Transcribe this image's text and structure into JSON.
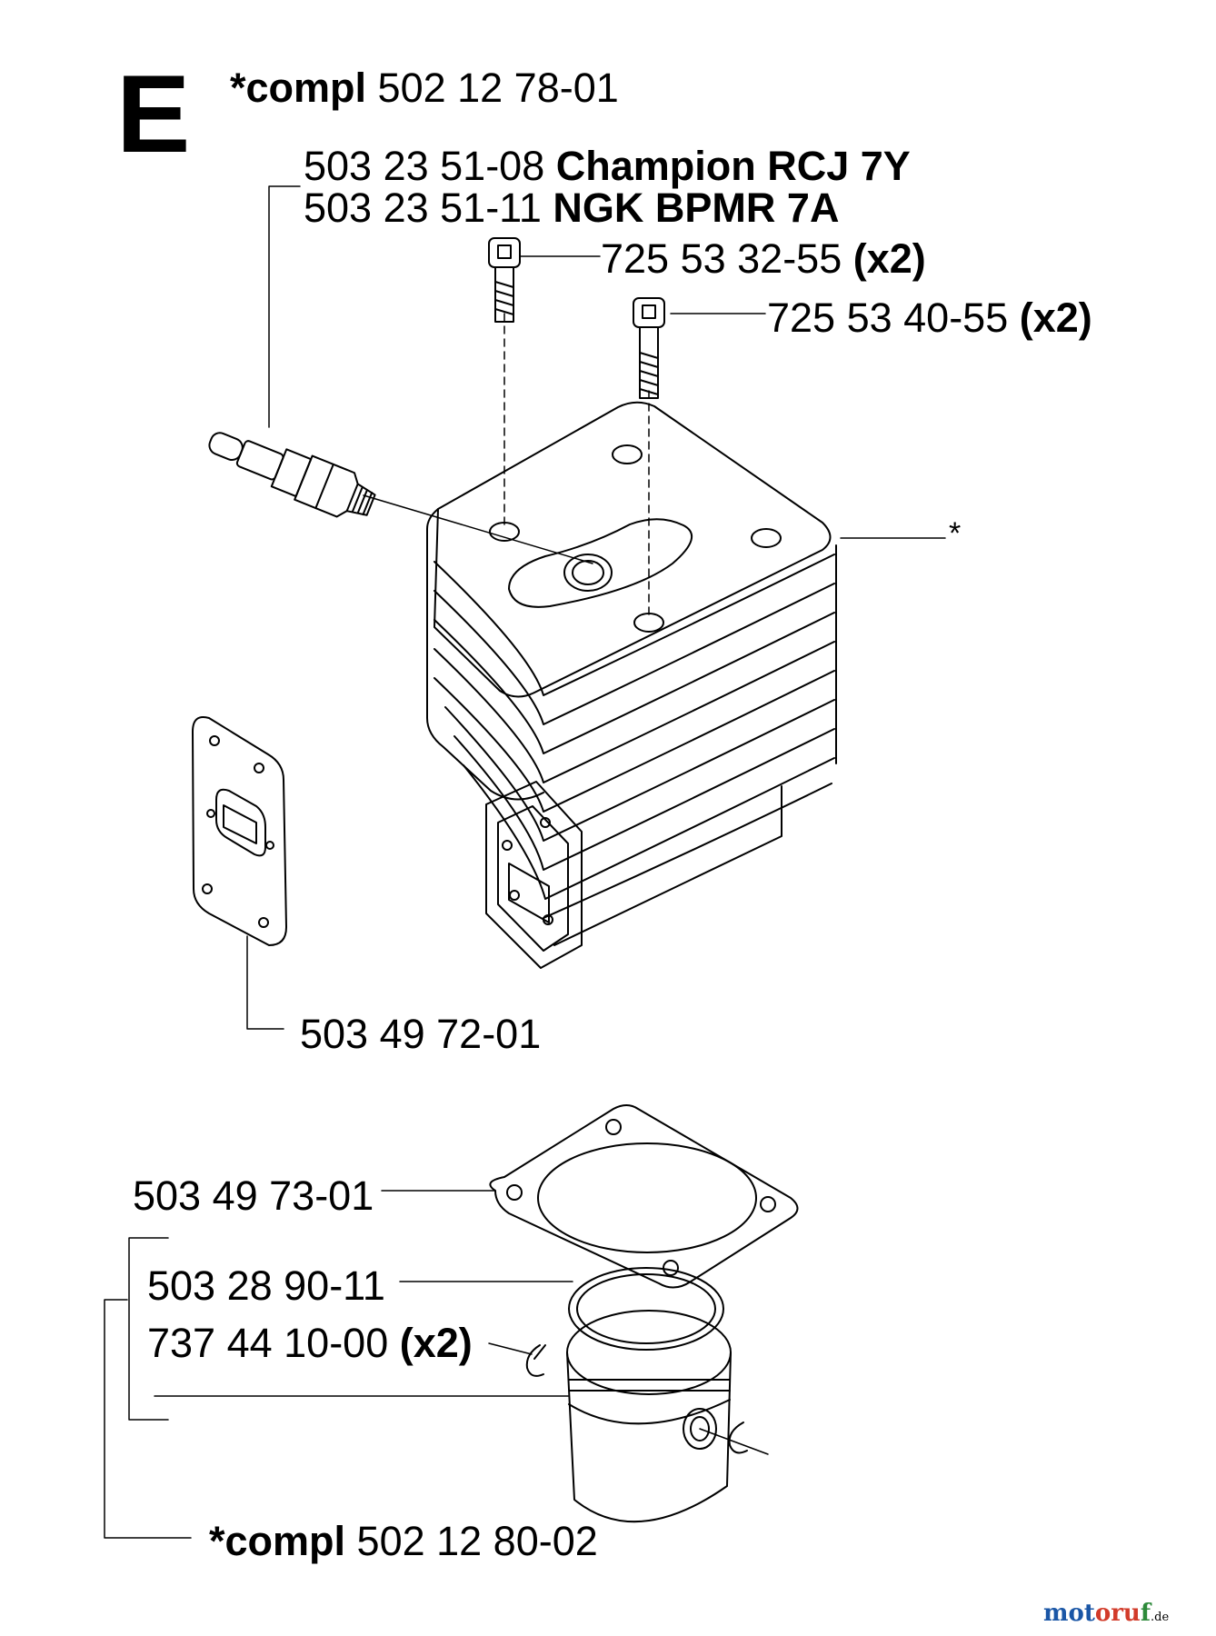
{
  "section_letter": "E",
  "cylinder_kit": {
    "prefix": "*compl",
    "number": "502 12 78-01"
  },
  "spark_plugs": [
    {
      "number": "503 23 51-08",
      "brand": "Champion RCJ 7Y"
    },
    {
      "number": "503 23 51-11",
      "brand": "NGK BPMR 7A"
    }
  ],
  "bolts": [
    {
      "number": "725 53 32-55",
      "qty": "(x2)"
    },
    {
      "number": "725 53 40-55",
      "qty": "(x2)"
    }
  ],
  "cylinder_marker": "*",
  "exhaust_gasket": {
    "number": "503 49 72-01"
  },
  "base_gasket": {
    "number": "503 49 73-01"
  },
  "piston_ring": {
    "number": "503 28 90-11"
  },
  "circlip": {
    "number": "737 44 10-00",
    "qty": "(x2)"
  },
  "piston_kit": {
    "prefix": "*compl",
    "number": "502 12 80-02"
  },
  "watermark": {
    "a": "mot",
    "b": "oru",
    "c": "f",
    "suffix": ".de"
  }
}
